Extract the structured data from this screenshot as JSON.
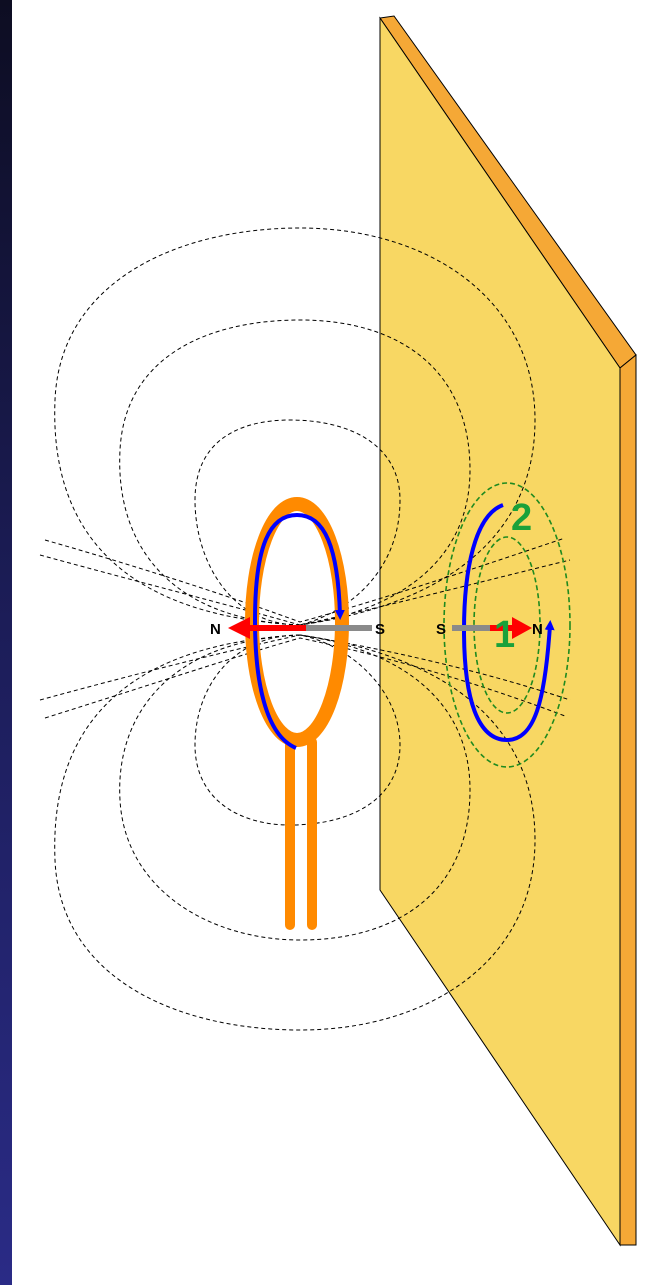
{
  "labels": {
    "coil_north": "N",
    "coil_south": "S",
    "plate_south": "S",
    "plate_north": "N",
    "loop_1": "1",
    "loop_2": "2"
  },
  "colors": {
    "background_frame": "#1b1c55",
    "canvas": "#ffffff",
    "plate_face": "#f8d763",
    "plate_edge": "#f5a836",
    "coil": "#ff8a00",
    "current_arrow": "#0000ff",
    "north_arrow": "#ff0000",
    "south_bar": "#8a8a8a",
    "field_lines": "#000000",
    "eddy_loops": "#1f8a1f",
    "loop_numbers": "#1aa13a"
  },
  "icons": {
    "coil": "wire-loop-coil-icon",
    "plate": "conductive-plate-icon",
    "field": "dashed-field-line-icon",
    "current": "current-direction-arrow-icon",
    "magnet": "bar-magnet-arrow-icon"
  }
}
